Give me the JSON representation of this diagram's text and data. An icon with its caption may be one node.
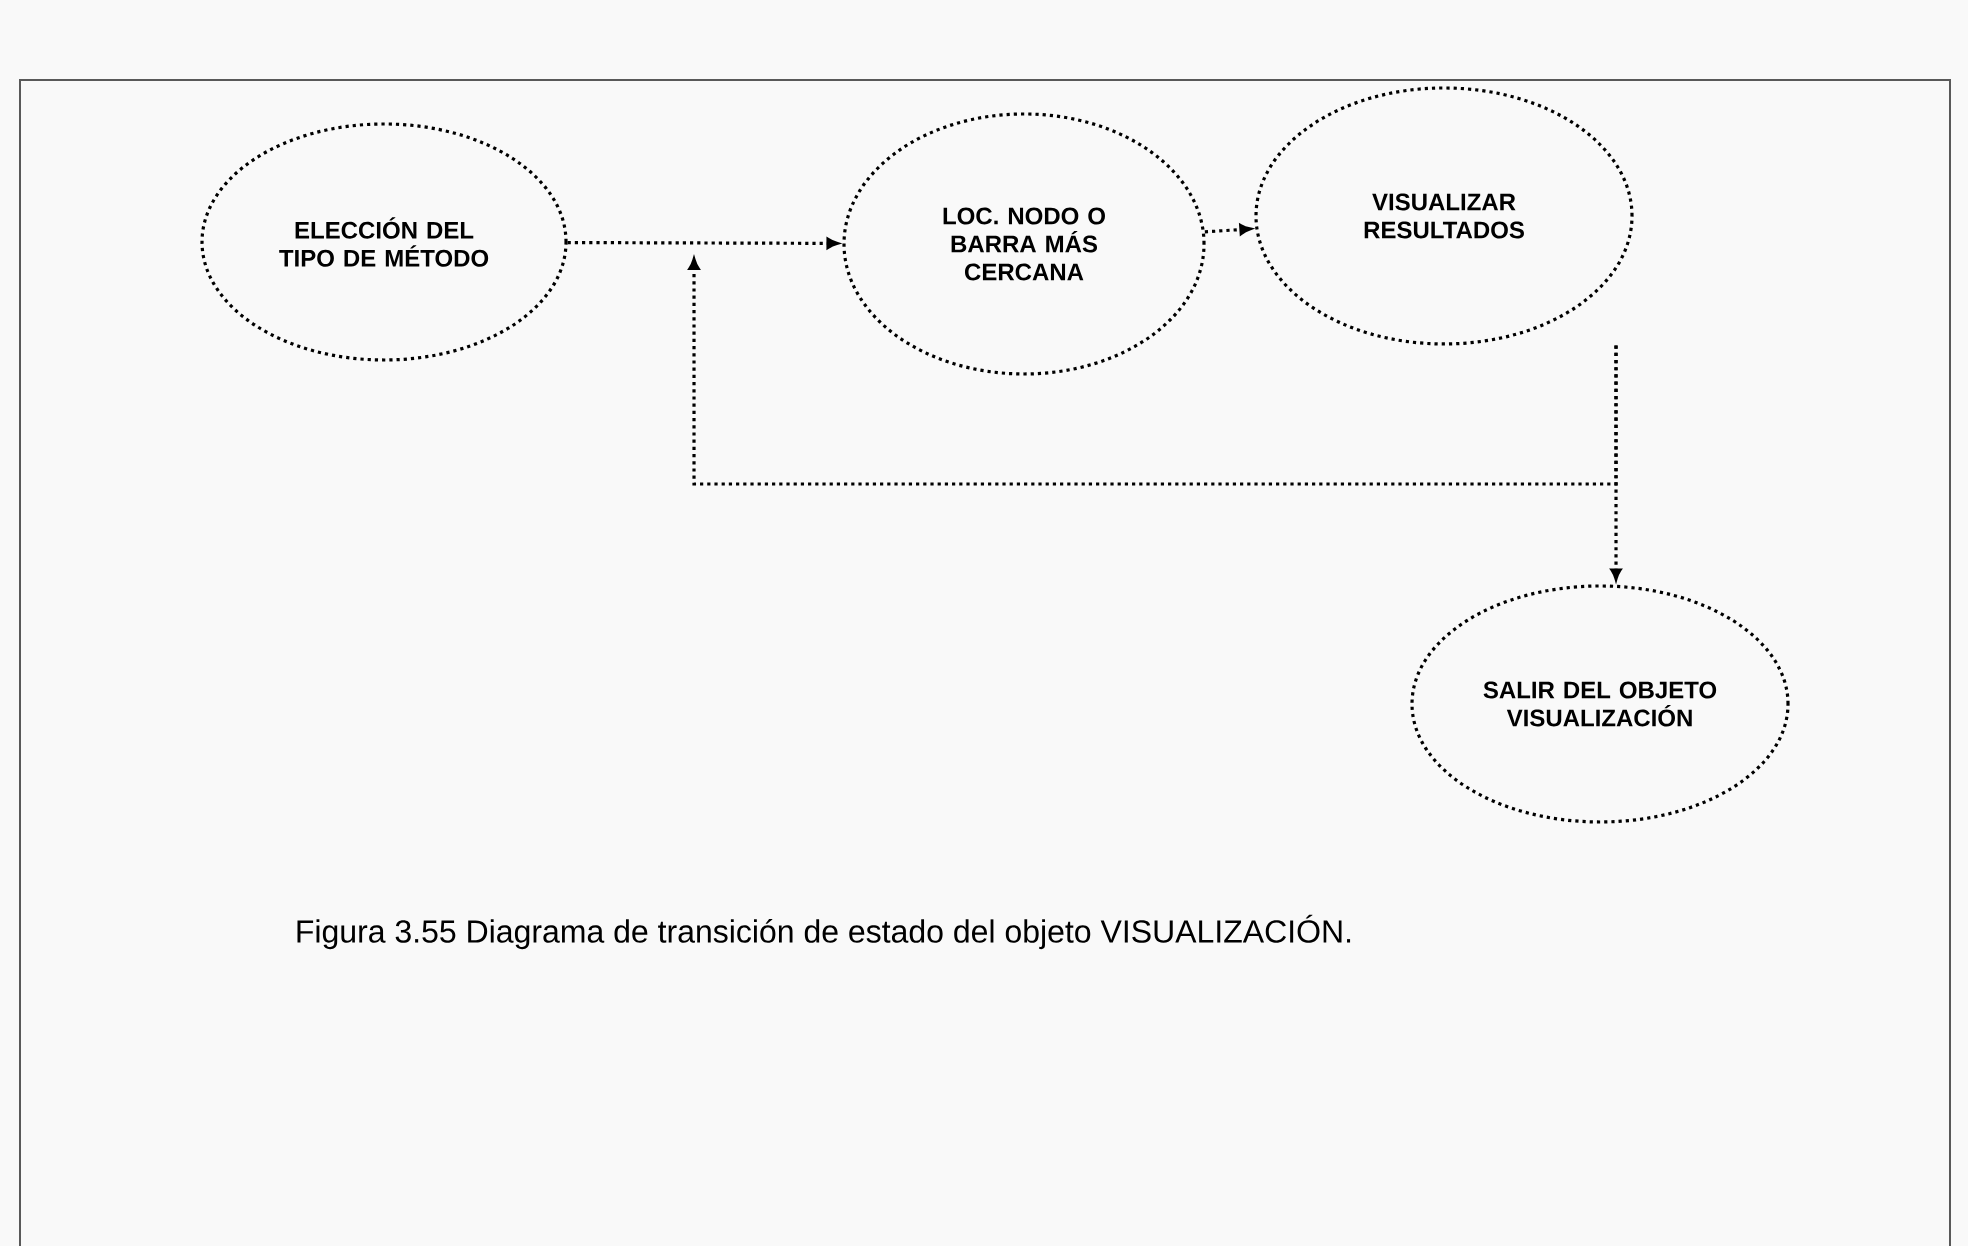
{
  "diagram": {
    "caption": "Figura 3.55 Diagrama de transición de estado del objeto VISUALIZACIÓN.",
    "nodes": [
      {
        "text": [
          "ELECCIÓN DEL TIPO DE MÉTODO"
        ]
      },
      {
        "text": [
          "LOC. NODO O BARRA MÁS CERCANA"
        ]
      },
      {
        "text": [
          "VISUALIZAR RESULTADOS"
        ]
      },
      {
        "text": [
          "SALIR DEL OBJETO VISUALIZACIÓN"
        ]
      }
    ],
    "edges": [
      {
        "from": 0,
        "to": 1,
        "arrow": "to"
      },
      {
        "from": 1,
        "to": 2,
        "arrow": "to"
      },
      {
        "from": 2,
        "to": 3,
        "arrow": "to"
      },
      {
        "from": 2,
        "to": null,
        "arrow": "to"
      }
    ]
  }
}
